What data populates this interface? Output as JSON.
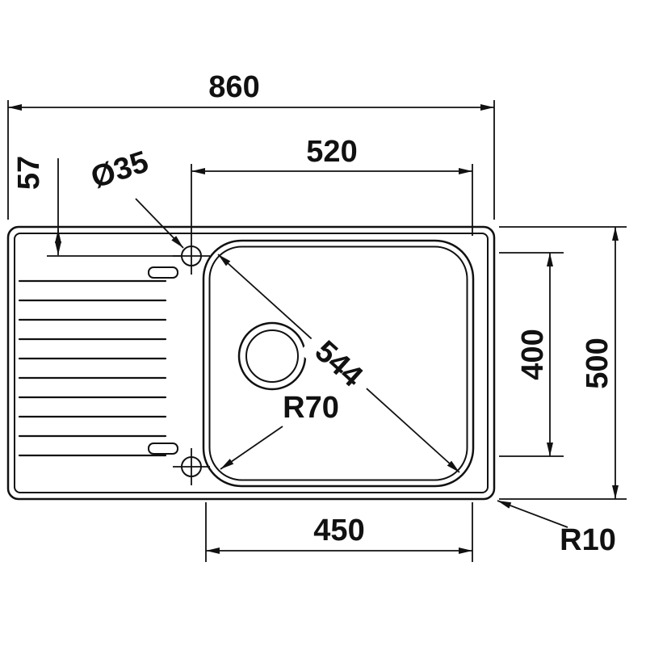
{
  "drawing": {
    "type": "technical-dimension-drawing",
    "subject": "kitchen sink with drainer, top view"
  },
  "dims": {
    "overall_width": "860",
    "upper_width": "520",
    "tap_hole_offset": "57",
    "tap_hole_diameter": "Ø35",
    "bowl_diagonal": "544",
    "bowl_corner_radius": "R70",
    "bowl_height": "400",
    "overall_height": "500",
    "lower_width": "450",
    "edge_radius": "R10"
  },
  "colors": {
    "line": "#111111",
    "background": "#ffffff"
  }
}
